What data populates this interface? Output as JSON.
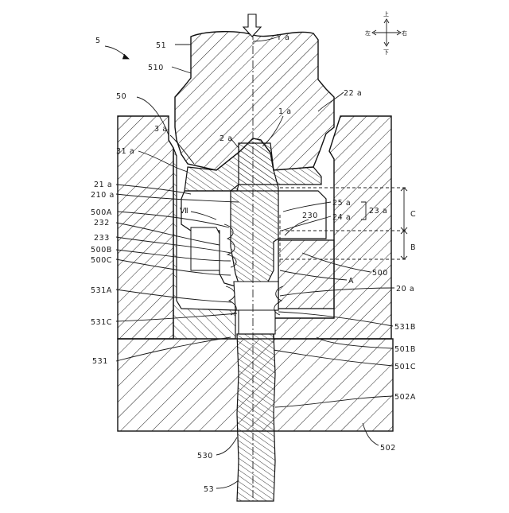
{
  "drawing": {
    "labels": {
      "assembly": "5",
      "upper_die": "51",
      "upper_die_face": "510",
      "axis": "Y a",
      "shoulder": "22 a",
      "die": "50",
      "recess": "3 a",
      "inner_edge": "1 a",
      "top_step": "2 a",
      "corner": "31 a",
      "part_21a": "21 a",
      "part_210a": "210 a",
      "part_25a": "25 a",
      "part_23a": "23 a",
      "part_24a": "24 a",
      "part_230": "230",
      "detail_mark": "Ⅶ",
      "face_500A": "500A",
      "part_232": "232",
      "part_233": "233",
      "face_500B": "500B",
      "face_500C": "500C",
      "dim_C": "C",
      "dim_B": "B",
      "part_500": "500",
      "dim_A": "A",
      "part_531A": "531A",
      "part_20a": "20 a",
      "part_531C": "531C",
      "part_531B": "531B",
      "part_501B": "501B",
      "part_531": "531",
      "part_501C": "501C",
      "part_502A": "502A",
      "part_502": "502",
      "rod_530": "530",
      "rod_53": "53"
    },
    "orientation": {
      "up": "上",
      "down": "下",
      "right": "右",
      "left": "左"
    }
  }
}
